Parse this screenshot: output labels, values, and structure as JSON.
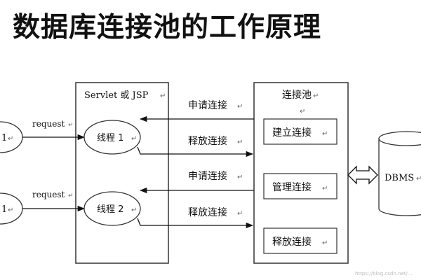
{
  "title": "数据库连接池的工作原理",
  "servlet_box": {
    "label": "Servlet 或 JSP"
  },
  "threads": [
    {
      "label": "线程 1"
    },
    {
      "label": "线程 2"
    }
  ],
  "clients": [
    {
      "label": "1"
    },
    {
      "label": "1"
    }
  ],
  "request_label": "request",
  "pool_box": {
    "label": "连接池",
    "items": [
      "建立连接",
      "管理连接",
      "释放连接"
    ]
  },
  "arrows": {
    "request_connection": "申请连接",
    "release_connection": "释放连接"
  },
  "dbms": {
    "label": "DBMS"
  },
  "watermark": "https://blog.csdn.net/..."
}
